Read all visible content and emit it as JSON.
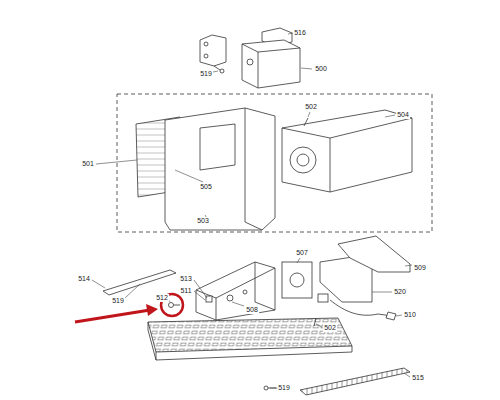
{
  "diagram": {
    "labels": [
      "516",
      "519",
      "500",
      "502",
      "504",
      "501",
      "505",
      "503",
      "507",
      "509",
      "514",
      "513",
      "519",
      "511",
      "512",
      "508",
      "502",
      "520",
      "510",
      "519",
      "515"
    ]
  }
}
